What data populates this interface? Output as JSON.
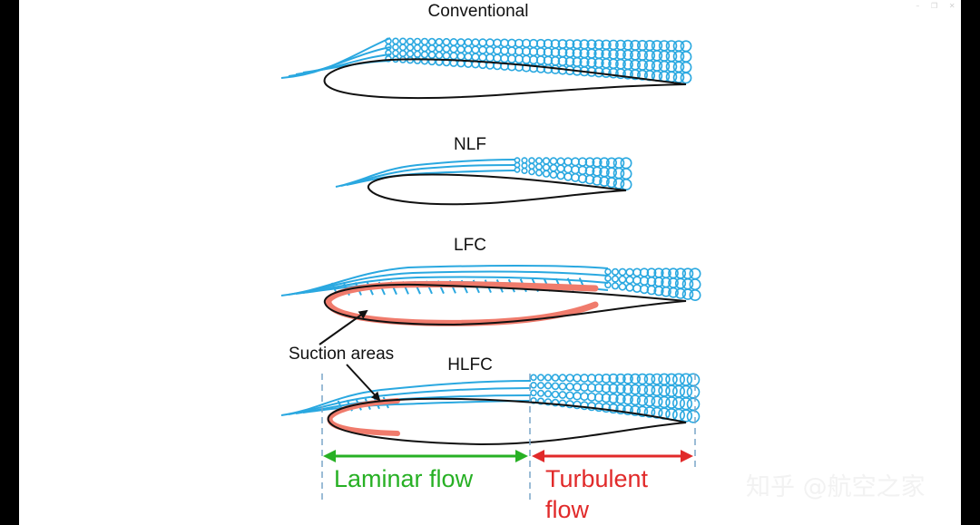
{
  "airfoils": {
    "conventional": "Conventional",
    "nlf": "NLF",
    "lfc": "LFC",
    "hlfc": "HLFC"
  },
  "annotation": {
    "suction": "Suction areas"
  },
  "flow": {
    "laminar": "Laminar flow",
    "turbulent_line1": "Turbulent",
    "turbulent_line2": "flow"
  },
  "watermark": "知乎 @航空之家",
  "window_controls": [
    "minimize-icon",
    "restore-icon",
    "close-icon"
  ],
  "colors": {
    "streamline": "#2aa8e0",
    "suction": "#f07b6c",
    "laminar": "#27b024",
    "turbulent": "#e12a2a",
    "airfoil": "#111111"
  }
}
